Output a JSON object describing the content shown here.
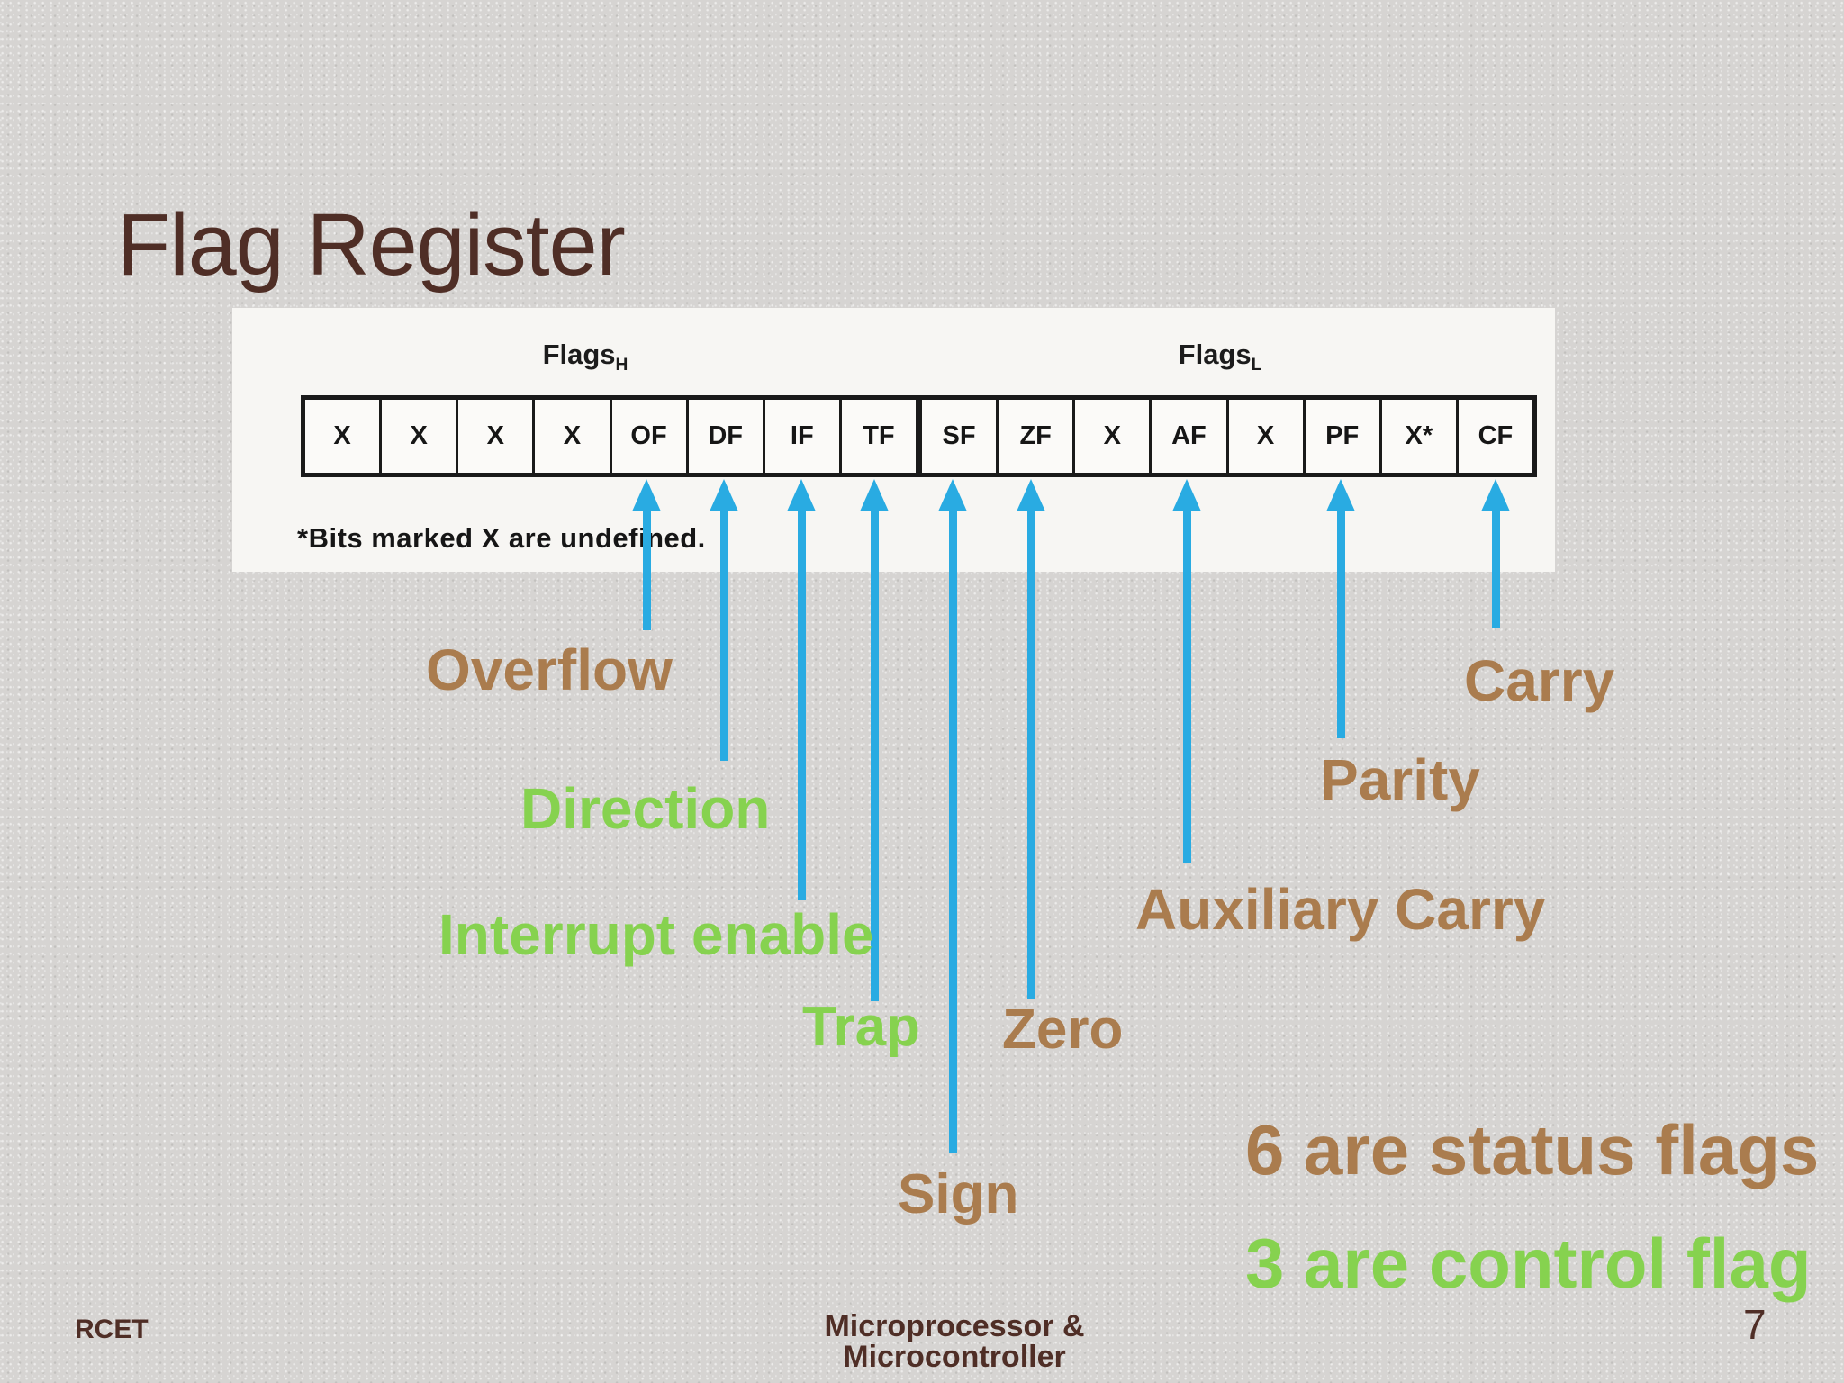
{
  "slide": {
    "title": "Flag Register",
    "footer_left": "RCET",
    "footer_center": "Microprocessor & Microcontroller",
    "page_number": "7"
  },
  "register": {
    "high_label": {
      "text": "Flags",
      "subscript": "H"
    },
    "low_label": {
      "text": "Flags",
      "subscript": "L"
    },
    "cells": [
      "X",
      "X",
      "X",
      "X",
      "OF",
      "DF",
      "IF",
      "TF",
      "SF",
      "ZF",
      "X",
      "AF",
      "X",
      "PF",
      "X*",
      "CF"
    ],
    "note": "*Bits marked X are undefined."
  },
  "flag_labels": {
    "overflow": "Overflow",
    "direction": "Direction",
    "interrupt_enable": "Interrupt enable",
    "trap": "Trap",
    "sign": "Sign",
    "zero": "Zero",
    "auxiliary_carry": "Auxiliary Carry",
    "parity": "Parity",
    "carry": "Carry"
  },
  "arrows": {
    "targets": [
      "OF",
      "DF",
      "IF",
      "TF",
      "SF",
      "ZF",
      "AF",
      "PF",
      "CF"
    ]
  },
  "summary": {
    "status_line": "6 are status flags",
    "control_line": "3 are control flag"
  },
  "colors": {
    "background": "#d6d4d2",
    "title_maroon": "#4f2e26",
    "status_brown": "#aa7c4e",
    "control_green": "#86d24f",
    "arrow_cyan": "#29abe2",
    "panel_white": "#f7f6f3"
  }
}
